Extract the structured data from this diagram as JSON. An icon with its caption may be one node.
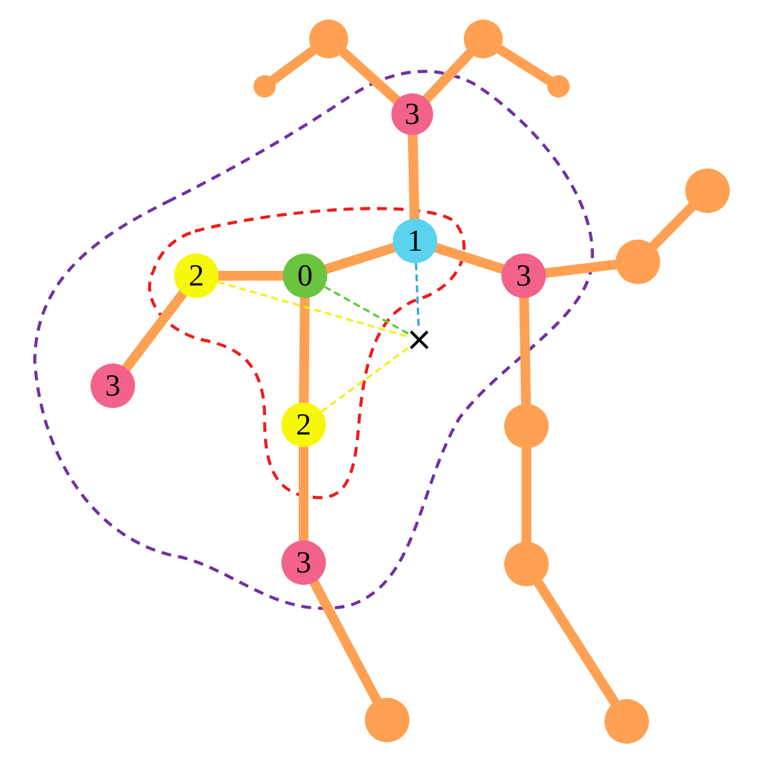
{
  "diagram": {
    "nodes": [
      {
        "text": [],
        "shape": "circle"
      },
      {
        "text": [],
        "shape": "circle"
      },
      {
        "text": [],
        "shape": "circle"
      },
      {
        "text": [],
        "shape": "circle"
      },
      {
        "text": [
          "3"
        ]
      },
      {
        "text": [],
        "shape": "circle"
      },
      {
        "text": [
          "1"
        ]
      },
      {
        "text": [],
        "shape": "circle"
      },
      {
        "text": [
          "2"
        ]
      },
      {
        "text": [
          "0"
        ]
      },
      {
        "text": [
          "3"
        ]
      },
      {
        "text": [],
        "shape": "cross"
      },
      {
        "text": [
          "3"
        ]
      },
      {
        "text": [
          "2"
        ]
      },
      {
        "text": [],
        "shape": "circle"
      },
      {
        "text": [
          "3"
        ]
      },
      {
        "text": [],
        "shape": "circle"
      },
      {
        "text": [],
        "shape": "circle"
      },
      {
        "text": [],
        "shape": "circle"
      }
    ],
    "edges": [
      {
        "from": 0,
        "to": 1,
        "arrow": "none"
      },
      {
        "from": 0,
        "to": 4,
        "arrow": "none"
      },
      {
        "from": 2,
        "to": 4,
        "arrow": "none"
      },
      {
        "from": 2,
        "to": 3,
        "arrow": "none"
      },
      {
        "from": 4,
        "to": 6,
        "arrow": "none"
      },
      {
        "from": 6,
        "to": 9,
        "arrow": "none"
      },
      {
        "from": 6,
        "to": 10,
        "arrow": "none"
      },
      {
        "from": 10,
        "to": 7,
        "arrow": "none"
      },
      {
        "from": 7,
        "to": 5,
        "arrow": "none"
      },
      {
        "from": 9,
        "to": 8,
        "arrow": "none"
      },
      {
        "from": 8,
        "to": 12,
        "arrow": "none"
      },
      {
        "from": 9,
        "to": 13,
        "arrow": "none"
      },
      {
        "from": 13,
        "to": 15,
        "arrow": "none"
      },
      {
        "from": 15,
        "to": 17,
        "arrow": "none"
      },
      {
        "from": 10,
        "to": 14,
        "arrow": "none"
      },
      {
        "from": 14,
        "to": 16,
        "arrow": "none"
      },
      {
        "from": 16,
        "to": 18,
        "arrow": "none"
      },
      {
        "from": 9,
        "to": 11,
        "arrow": "none",
        "style": "dashed",
        "color": "#5ec83c"
      },
      {
        "from": 6,
        "to": 11,
        "arrow": "none",
        "style": "dashed",
        "color": "#2fa8e0"
      },
      {
        "from": 8,
        "to": 11,
        "arrow": "none",
        "style": "dashed",
        "color": "#f0f020"
      },
      {
        "from": 13,
        "to": 11,
        "arrow": "none",
        "style": "dashed",
        "color": "#f0f020"
      }
    ]
  }
}
